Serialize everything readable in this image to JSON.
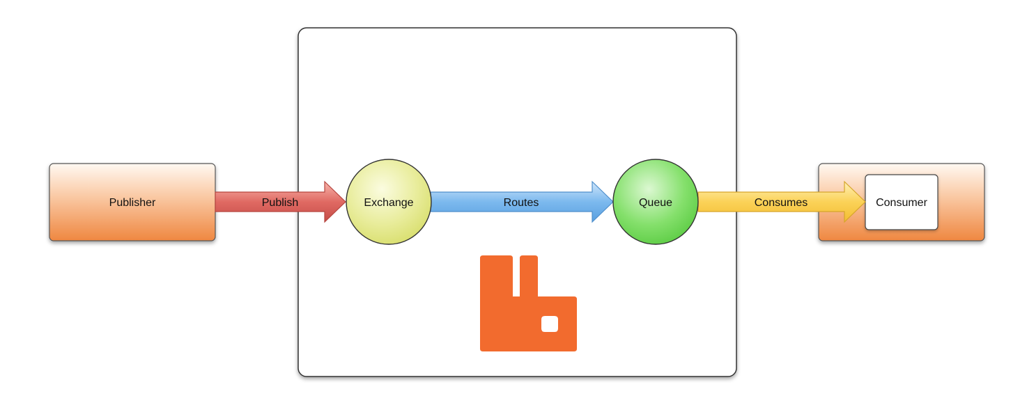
{
  "nodes": {
    "publisher": {
      "label": "Publisher"
    },
    "exchange": {
      "label": "Exchange"
    },
    "queue": {
      "label": "Queue"
    },
    "consumer": {
      "label": "Consumer"
    }
  },
  "edges": {
    "publish": {
      "label": "Publish"
    },
    "routes": {
      "label": "Routes"
    },
    "consumes": {
      "label": "Consumes"
    }
  },
  "colors": {
    "producer_box": "#ef8740",
    "broker_logo": "#f26b2e",
    "publish_arrow": "#e06a63",
    "routes_arrow": "#7cb9ee",
    "consumes_arrow": "#fbd258",
    "exchange_node": "#e8ec9a",
    "queue_node": "#85e06c"
  }
}
